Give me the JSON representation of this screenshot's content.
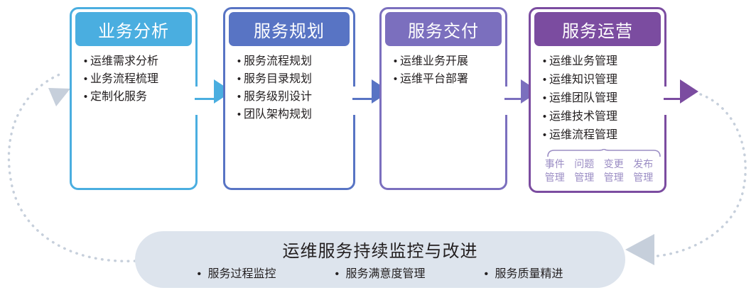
{
  "diagram": {
    "title": "运维服务持续监控与改进",
    "phases": [
      {
        "name": "业务分析",
        "color": "#4aaee0",
        "items": [
          "运维需求分析",
          "业务流程梳理",
          "定制化服务"
        ],
        "arrow_label": "arrow-to-service-planning"
      },
      {
        "name": "服务规划",
        "color": "#5874c4",
        "items": [
          "服务流程规划",
          "服务目录规划",
          "服务级别设计",
          "团队架构规划"
        ],
        "arrow_label": "arrow-to-service-delivery"
      },
      {
        "name": "服务交付",
        "color": "#7b6fbe",
        "items": [
          "运维业务开展",
          "运维平台部署"
        ],
        "arrow_label": "arrow-to-service-operations"
      },
      {
        "name": "服务运营",
        "color": "#7b4ca0",
        "items": [
          "运维业务管理",
          "运维知识管理",
          "运维团队管理",
          "运维技术管理",
          "运维流程管理"
        ],
        "sub_items": [
          "事件\n管理",
          "问题\n管理",
          "变更\n管理",
          "发布\n管理"
        ],
        "sub_items_flat": [
          "事件管理",
          "问题管理",
          "变更管理",
          "发布管理"
        ],
        "arrow_label": "arrow-to-loop"
      }
    ],
    "bottom_bar": {
      "title": "运维服务持续监控与改进",
      "items": [
        "服务过程监控",
        "服务满意度管理",
        "服务质量精进"
      ],
      "background_color": "#dde4ed"
    },
    "loop": {
      "style": "dotted",
      "color": "#c6cfdb",
      "left_arrow": "loop-arrow-up-left",
      "right_arrow": "loop-arrow-left-bottom"
    },
    "bullet_glyph": "•"
  }
}
